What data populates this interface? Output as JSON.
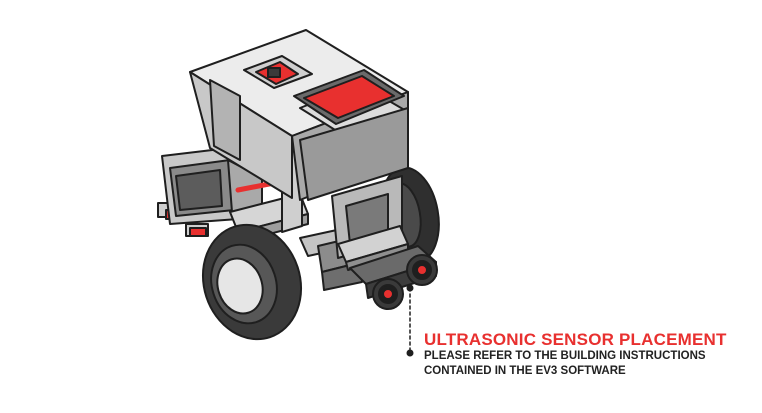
{
  "callout": {
    "title": "ULTRASONIC SENSOR PLACEMENT",
    "line1": "PLEASE REFER TO THE BUILDING INSTRUCTIONS",
    "line2": "CONTAINED IN THE EV3 SOFTWARE"
  },
  "colors": {
    "accent": "#e8302f",
    "screen": "#e8302f",
    "brick_light": "#dcdcdc",
    "brick_mid": "#b8b8b8",
    "brick_dark": "#8a8a8a",
    "tire": "#3a3a3a",
    "hub": "#e6e6e6",
    "outline": "#1f1f1f"
  },
  "illustration": {
    "subject": "EV3 robot with ultrasonic sensor",
    "icons": [
      "ev3-brick-icon",
      "ultrasonic-sensor-icon",
      "wheel-icon",
      "motor-icon"
    ]
  }
}
